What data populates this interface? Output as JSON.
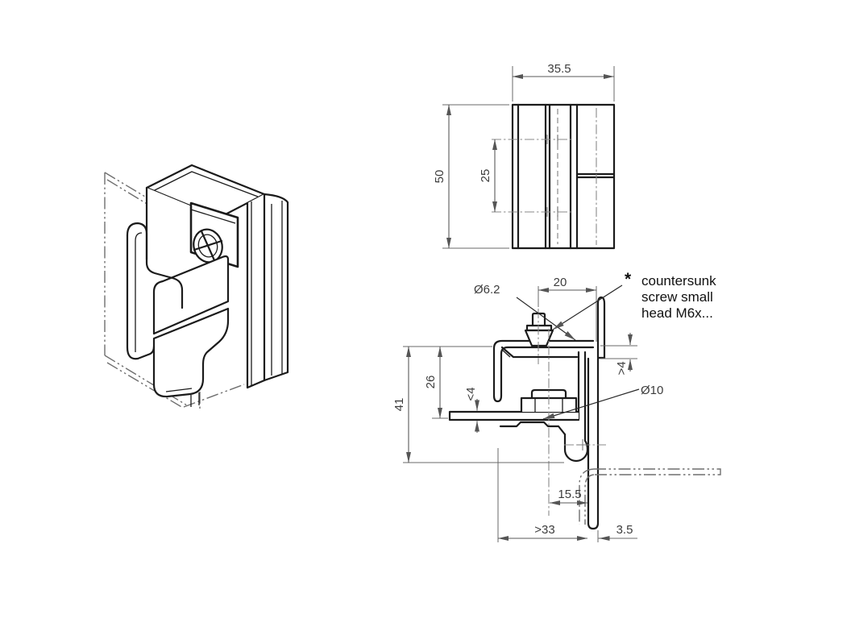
{
  "colors": {
    "background": "#ffffff",
    "part_line": "#1b1b1b",
    "dimension_line": "#5a5a5a",
    "dimension_text": "#3d3d3d",
    "centerline": "#8a8a8a",
    "note_text": "#101010"
  },
  "front_view": {
    "width": "35.5",
    "height": "50",
    "hole_spacing": "25"
  },
  "section_view": {
    "hole_dia": "Ø6.2",
    "screw_offset": "20",
    "edge_gap": ">4",
    "depth": "26",
    "door_gap": "<4",
    "height": "41",
    "pin_dia": "Ø10",
    "pin_offset": "15.5",
    "min_clearance": ">33",
    "frame_thickness": "3.5"
  },
  "note": {
    "marker": "*",
    "line1": "countersunk",
    "line2": "screw small",
    "line3": "head M6x..."
  }
}
